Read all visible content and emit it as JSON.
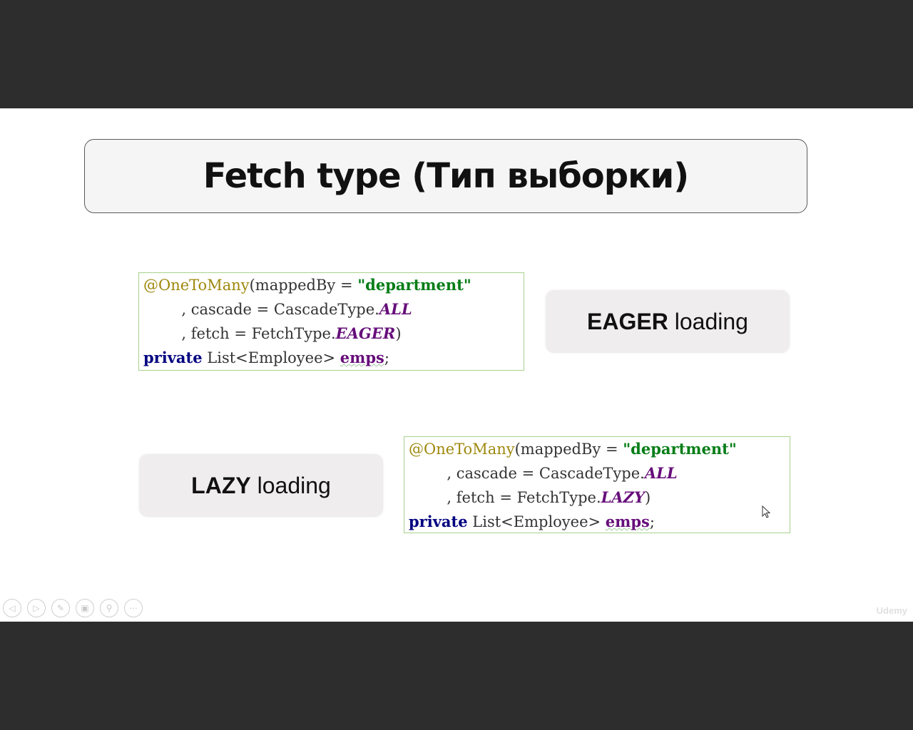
{
  "slide": {
    "title": "Fetch type (Тип выборки)",
    "eager_label": {
      "bold": "EAGER",
      "rest": " loading"
    },
    "lazy_label": {
      "bold": "LAZY",
      "rest": " loading"
    },
    "code_eager": {
      "annotation": "@OneToMany",
      "open": "(mappedBy = ",
      "mapped_value": "\"department\"",
      "cascade_prefix": "        , cascade = CascadeType.",
      "cascade_value": "ALL",
      "fetch_prefix": "        , fetch = FetchType.",
      "fetch_value": "EAGER",
      "close": ")",
      "kw_private": "private",
      "type": " List<Employee> ",
      "field": "emps",
      "semicolon": ";"
    },
    "code_lazy": {
      "annotation": "@OneToMany",
      "open": "(mappedBy = ",
      "mapped_value": "\"department\"",
      "cascade_prefix": "        , cascade = CascadeType.",
      "cascade_value": "ALL",
      "fetch_prefix": "        , fetch = FetchType.",
      "fetch_value": "LAZY",
      "close": ")",
      "kw_private": "private",
      "type": " List<Employee> ",
      "field": "emps",
      "semicolon": ";"
    }
  },
  "player": {
    "controls": [
      {
        "icon": "previous-icon",
        "glyph": "◁"
      },
      {
        "icon": "next-icon",
        "glyph": "▷"
      },
      {
        "icon": "pen-icon",
        "glyph": "✎"
      },
      {
        "icon": "slides-icon",
        "glyph": "▣"
      },
      {
        "icon": "zoom-icon",
        "glyph": "⚲"
      },
      {
        "icon": "more-icon",
        "glyph": "⋯"
      }
    ],
    "watermark": "Udemy"
  }
}
